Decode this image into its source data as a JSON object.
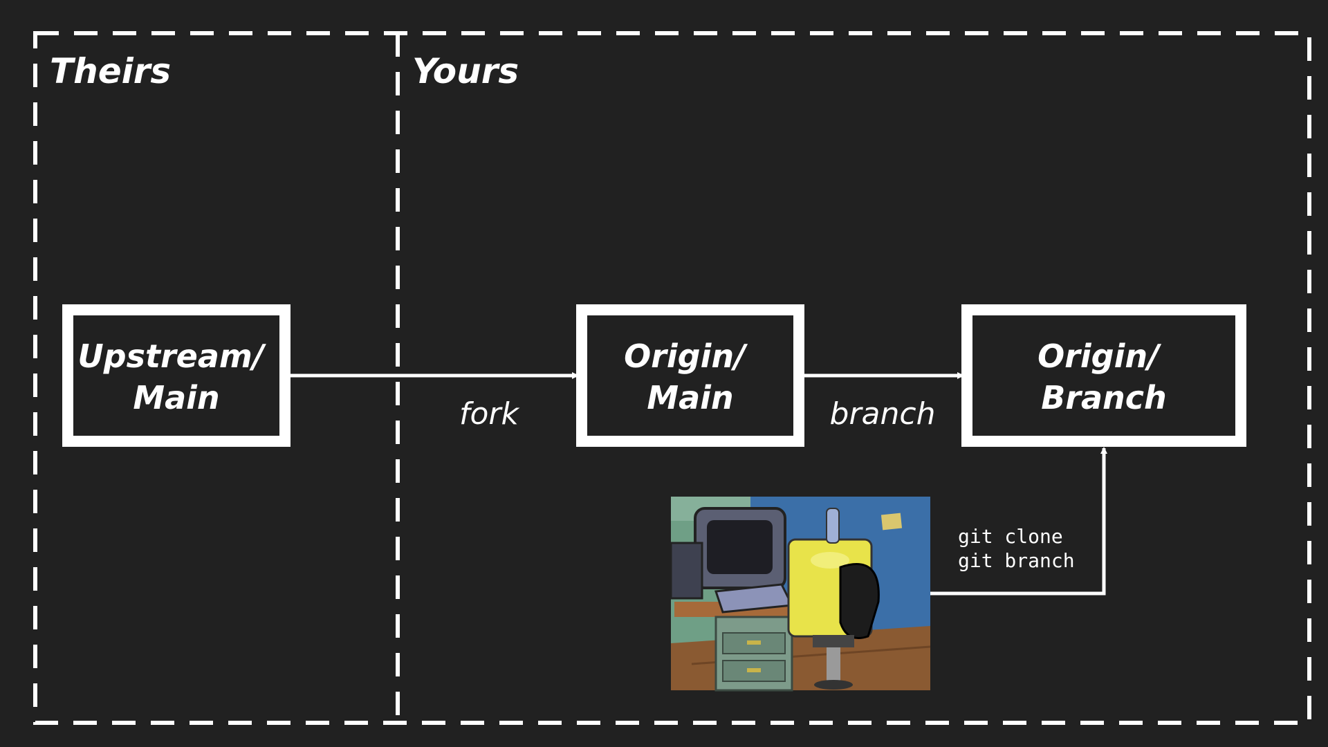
{
  "regions": {
    "theirs": "Theirs",
    "yours": "Yours"
  },
  "nodes": {
    "upstream_main": [
      "Upstream/",
      "Main"
    ],
    "origin_main": [
      "Origin/",
      "Main"
    ],
    "origin_branch": [
      "Origin/",
      "Branch"
    ]
  },
  "edges": {
    "fork": "fork",
    "branch": "branch",
    "commands": [
      "git clone",
      "git branch"
    ]
  },
  "colors": {
    "background": "#212121",
    "stroke": "#ffffff"
  },
  "image": {
    "icon": "cartoon-character-typing-at-computer"
  }
}
